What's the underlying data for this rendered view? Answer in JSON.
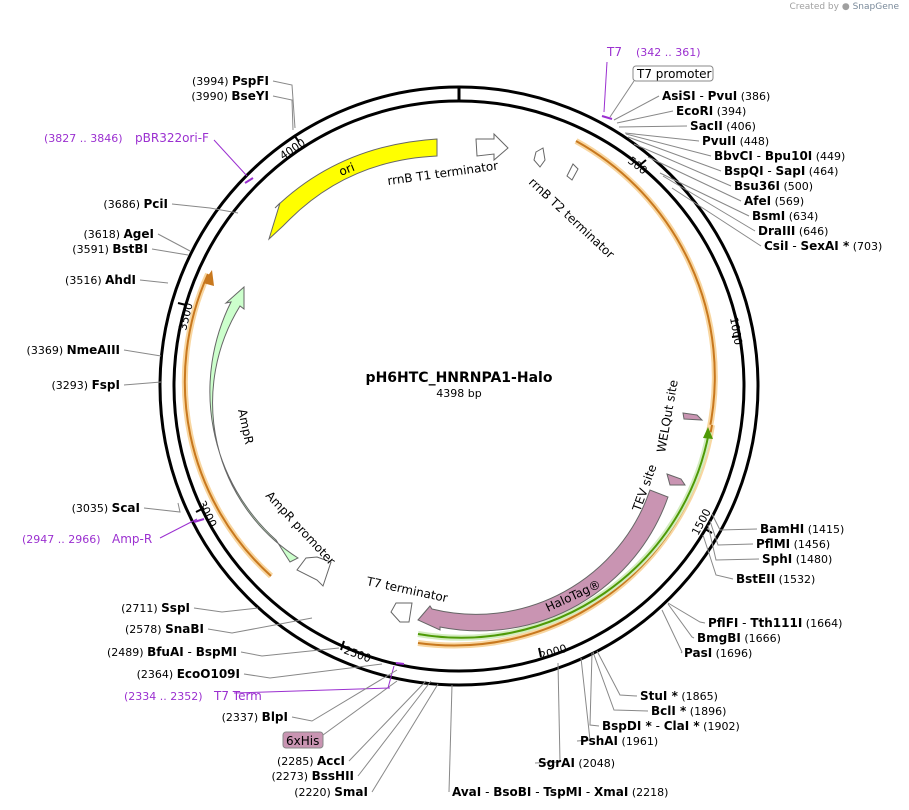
{
  "credit": {
    "prefix": "Created by",
    "brand": "SnapGene"
  },
  "plasmid": {
    "name": "pH6HTC_HNRNPA1-Halo",
    "length": "4398 bp"
  },
  "ticks": [
    {
      "label": "500"
    },
    {
      "label": "1000"
    },
    {
      "label": "1500"
    },
    {
      "label": "2000"
    },
    {
      "label": "2500"
    },
    {
      "label": "3000"
    },
    {
      "label": "3500"
    },
    {
      "label": "4000"
    }
  ],
  "features": [
    {
      "name": "ori",
      "type": "rep_origin",
      "color": "#ffff00"
    },
    {
      "name": "rrnB T1 terminator",
      "type": "terminator"
    },
    {
      "name": "rrnB T2 terminator",
      "type": "terminator"
    },
    {
      "name": "AmpR",
      "type": "CDS",
      "color": "#ccffcc"
    },
    {
      "name": "AmpR promoter",
      "type": "promoter"
    },
    {
      "name": "T7 terminator",
      "type": "terminator"
    },
    {
      "name": "HaloTag®",
      "type": "CDS",
      "color": "#c994b2"
    },
    {
      "name": "TEV site",
      "type": "site",
      "color": "#c994b2"
    },
    {
      "name": "WELQut site",
      "type": "site",
      "color": "#c994b2"
    },
    {
      "name": "T7 promoter",
      "type": "promoter"
    },
    {
      "name": "6xHis",
      "type": "tag",
      "color": "#c994b2"
    }
  ],
  "primers": [
    {
      "name": "T7",
      "range": "(342 .. 361)",
      "color": "#9b30d0"
    },
    {
      "name": "pBR322ori-F",
      "range": "(3827 .. 3846)",
      "color": "#9b30d0"
    },
    {
      "name": "Amp-R",
      "range": "(2947 .. 2966)",
      "color": "#9b30d0"
    },
    {
      "name": "T7 Term",
      "range": "(2334 .. 2352)",
      "color": "#9b30d0"
    }
  ],
  "sites_right": [
    {
      "parts": [
        "AsiSI",
        "-",
        "PvuI"
      ],
      "pos": "(386)"
    },
    {
      "parts": [
        "EcoRI"
      ],
      "pos": "(394)"
    },
    {
      "parts": [
        "SacII"
      ],
      "pos": "(406)"
    },
    {
      "parts": [
        "PvuII"
      ],
      "pos": "(448)"
    },
    {
      "parts": [
        "BbvCI",
        "-",
        "Bpu10I"
      ],
      "pos": "(449)"
    },
    {
      "parts": [
        "BspQI",
        "-",
        "SapI"
      ],
      "pos": "(464)"
    },
    {
      "parts": [
        "Bsu36I"
      ],
      "pos": "(500)"
    },
    {
      "parts": [
        "AfeI"
      ],
      "pos": "(569)"
    },
    {
      "parts": [
        "BsmI"
      ],
      "pos": "(634)"
    },
    {
      "parts": [
        "DraIII"
      ],
      "pos": "(646)"
    },
    {
      "parts": [
        "CsiI",
        "-",
        "SexAI *"
      ],
      "pos": "(703)"
    },
    {
      "parts": [
        "BamHI"
      ],
      "pos": "(1415)"
    },
    {
      "parts": [
        "PflMI"
      ],
      "pos": "(1456)"
    },
    {
      "parts": [
        "SphI"
      ],
      "pos": "(1480)"
    },
    {
      "parts": [
        "BstEII"
      ],
      "pos": "(1532)"
    },
    {
      "parts": [
        "PflFI",
        "-",
        "Tth111I"
      ],
      "pos": "(1664)"
    },
    {
      "parts": [
        "BmgBI"
      ],
      "pos": "(1666)"
    },
    {
      "parts": [
        "PasI"
      ],
      "pos": "(1696)"
    },
    {
      "parts": [
        "StuI *"
      ],
      "pos": "(1865)"
    },
    {
      "parts": [
        "BclI *"
      ],
      "pos": "(1896)"
    },
    {
      "parts": [
        "BspDI *",
        "-",
        "ClaI *"
      ],
      "pos": "(1902)"
    },
    {
      "parts": [
        "PshAI"
      ],
      "pos": "(1961)"
    },
    {
      "parts": [
        "SgrAI"
      ],
      "pos": "(2048)"
    },
    {
      "parts": [
        "AvaI",
        "-",
        "BsoBI",
        "-",
        "TspMI",
        "-",
        "XmaI"
      ],
      "pos": "(2218)"
    }
  ],
  "sites_left": [
    {
      "parts": [
        "PspFI"
      ],
      "pos": "(3994)"
    },
    {
      "parts": [
        "BseYI"
      ],
      "pos": "(3990)"
    },
    {
      "parts": [
        "PciI"
      ],
      "pos": "(3686)"
    },
    {
      "parts": [
        "AgeI"
      ],
      "pos": "(3618)"
    },
    {
      "parts": [
        "BstBI"
      ],
      "pos": "(3591)"
    },
    {
      "parts": [
        "AhdI"
      ],
      "pos": "(3516)"
    },
    {
      "parts": [
        "NmeAIII"
      ],
      "pos": "(3369)"
    },
    {
      "parts": [
        "FspI"
      ],
      "pos": "(3293)"
    },
    {
      "parts": [
        "ScaI"
      ],
      "pos": "(3035)"
    },
    {
      "parts": [
        "SspI"
      ],
      "pos": "(2711)"
    },
    {
      "parts": [
        "SnaBI"
      ],
      "pos": "(2578)"
    },
    {
      "parts": [
        "BfuAI",
        "-",
        "BspMI"
      ],
      "pos": "(2489)"
    },
    {
      "parts": [
        "EcoO109I"
      ],
      "pos": "(2364)"
    },
    {
      "parts": [
        "BlpI"
      ],
      "pos": "(2337)"
    },
    {
      "parts": [
        "AccI"
      ],
      "pos": "(2285)"
    },
    {
      "parts": [
        "BssHII"
      ],
      "pos": "(2273)"
    },
    {
      "parts": [
        "SmaI"
      ],
      "pos": "(2220)"
    }
  ]
}
